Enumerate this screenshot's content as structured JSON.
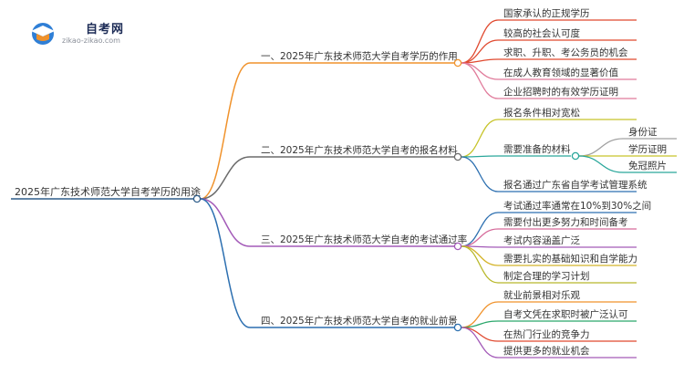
{
  "logo": {
    "title": "自考网",
    "subtitle": "zikao-zikao.com"
  },
  "root": {
    "label": "2025年广东技术师范大学自考学历的用途",
    "color": "#2e5d8a"
  },
  "branches": [
    {
      "label": "一、2025年广东技术师范大学自考学历的作用",
      "color": "#f0922b",
      "children": [
        {
          "label": "国家承认的正规学历",
          "color": "#e0492f"
        },
        {
          "label": "较高的社会认可度",
          "color": "#e0492f"
        },
        {
          "label": "求职、升职、考公务员的机会",
          "color": "#e0492f"
        },
        {
          "label": "在成人教育领域的显著价值",
          "color": "#e07a9a"
        },
        {
          "label": "企业招聘时的有效学历证明",
          "color": "#e07a9a"
        }
      ]
    },
    {
      "label": "二、2025年广东技术师范大学自考的报名材料",
      "color": "#6b6b6b",
      "children": [
        {
          "label": "报名条件相对宽松",
          "color": "#c7c42a"
        },
        {
          "label": "需要准备的材料",
          "color": "#2aa79b",
          "children": [
            {
              "label": "身份证",
              "color": "#a0a0a0"
            },
            {
              "label": "学历证明",
              "color": "#c7c42a"
            },
            {
              "label": "免冠照片",
              "color": "#2aa79b"
            }
          ]
        },
        {
          "label": "报名通过广东省自学考试管理系统",
          "color": "#2c6fb0"
        }
      ]
    },
    {
      "label": "三、2025年广东技术师范大学自考的考试通过率",
      "color": "#a35ab8",
      "children": [
        {
          "label": "考试通过率通常在10%到30%之间",
          "color": "#2c6fb0"
        },
        {
          "label": "需要付出更多努力和时间备考",
          "color": "#d66a9a"
        },
        {
          "label": "考试内容涵盖广泛",
          "color": "#a35ab8"
        },
        {
          "label": "需要扎实的基础知识和自学能力",
          "color": "#d4b42a"
        },
        {
          "label": "制定合理的学习计划",
          "color": "#b8b82a"
        }
      ]
    },
    {
      "label": "四、2025年广东技术师范大学自考的就业前景",
      "color": "#2c6fb0",
      "children": [
        {
          "label": "就业前景相对乐观",
          "color": "#f0922b"
        },
        {
          "label": "自考文凭在求职时被广泛认可",
          "color": "#2aa76b"
        },
        {
          "label": "在热门行业的竞争力",
          "color": "#e0492f"
        },
        {
          "label": "提供更多的就业机会",
          "color": "#a35ab8"
        }
      ]
    }
  ]
}
